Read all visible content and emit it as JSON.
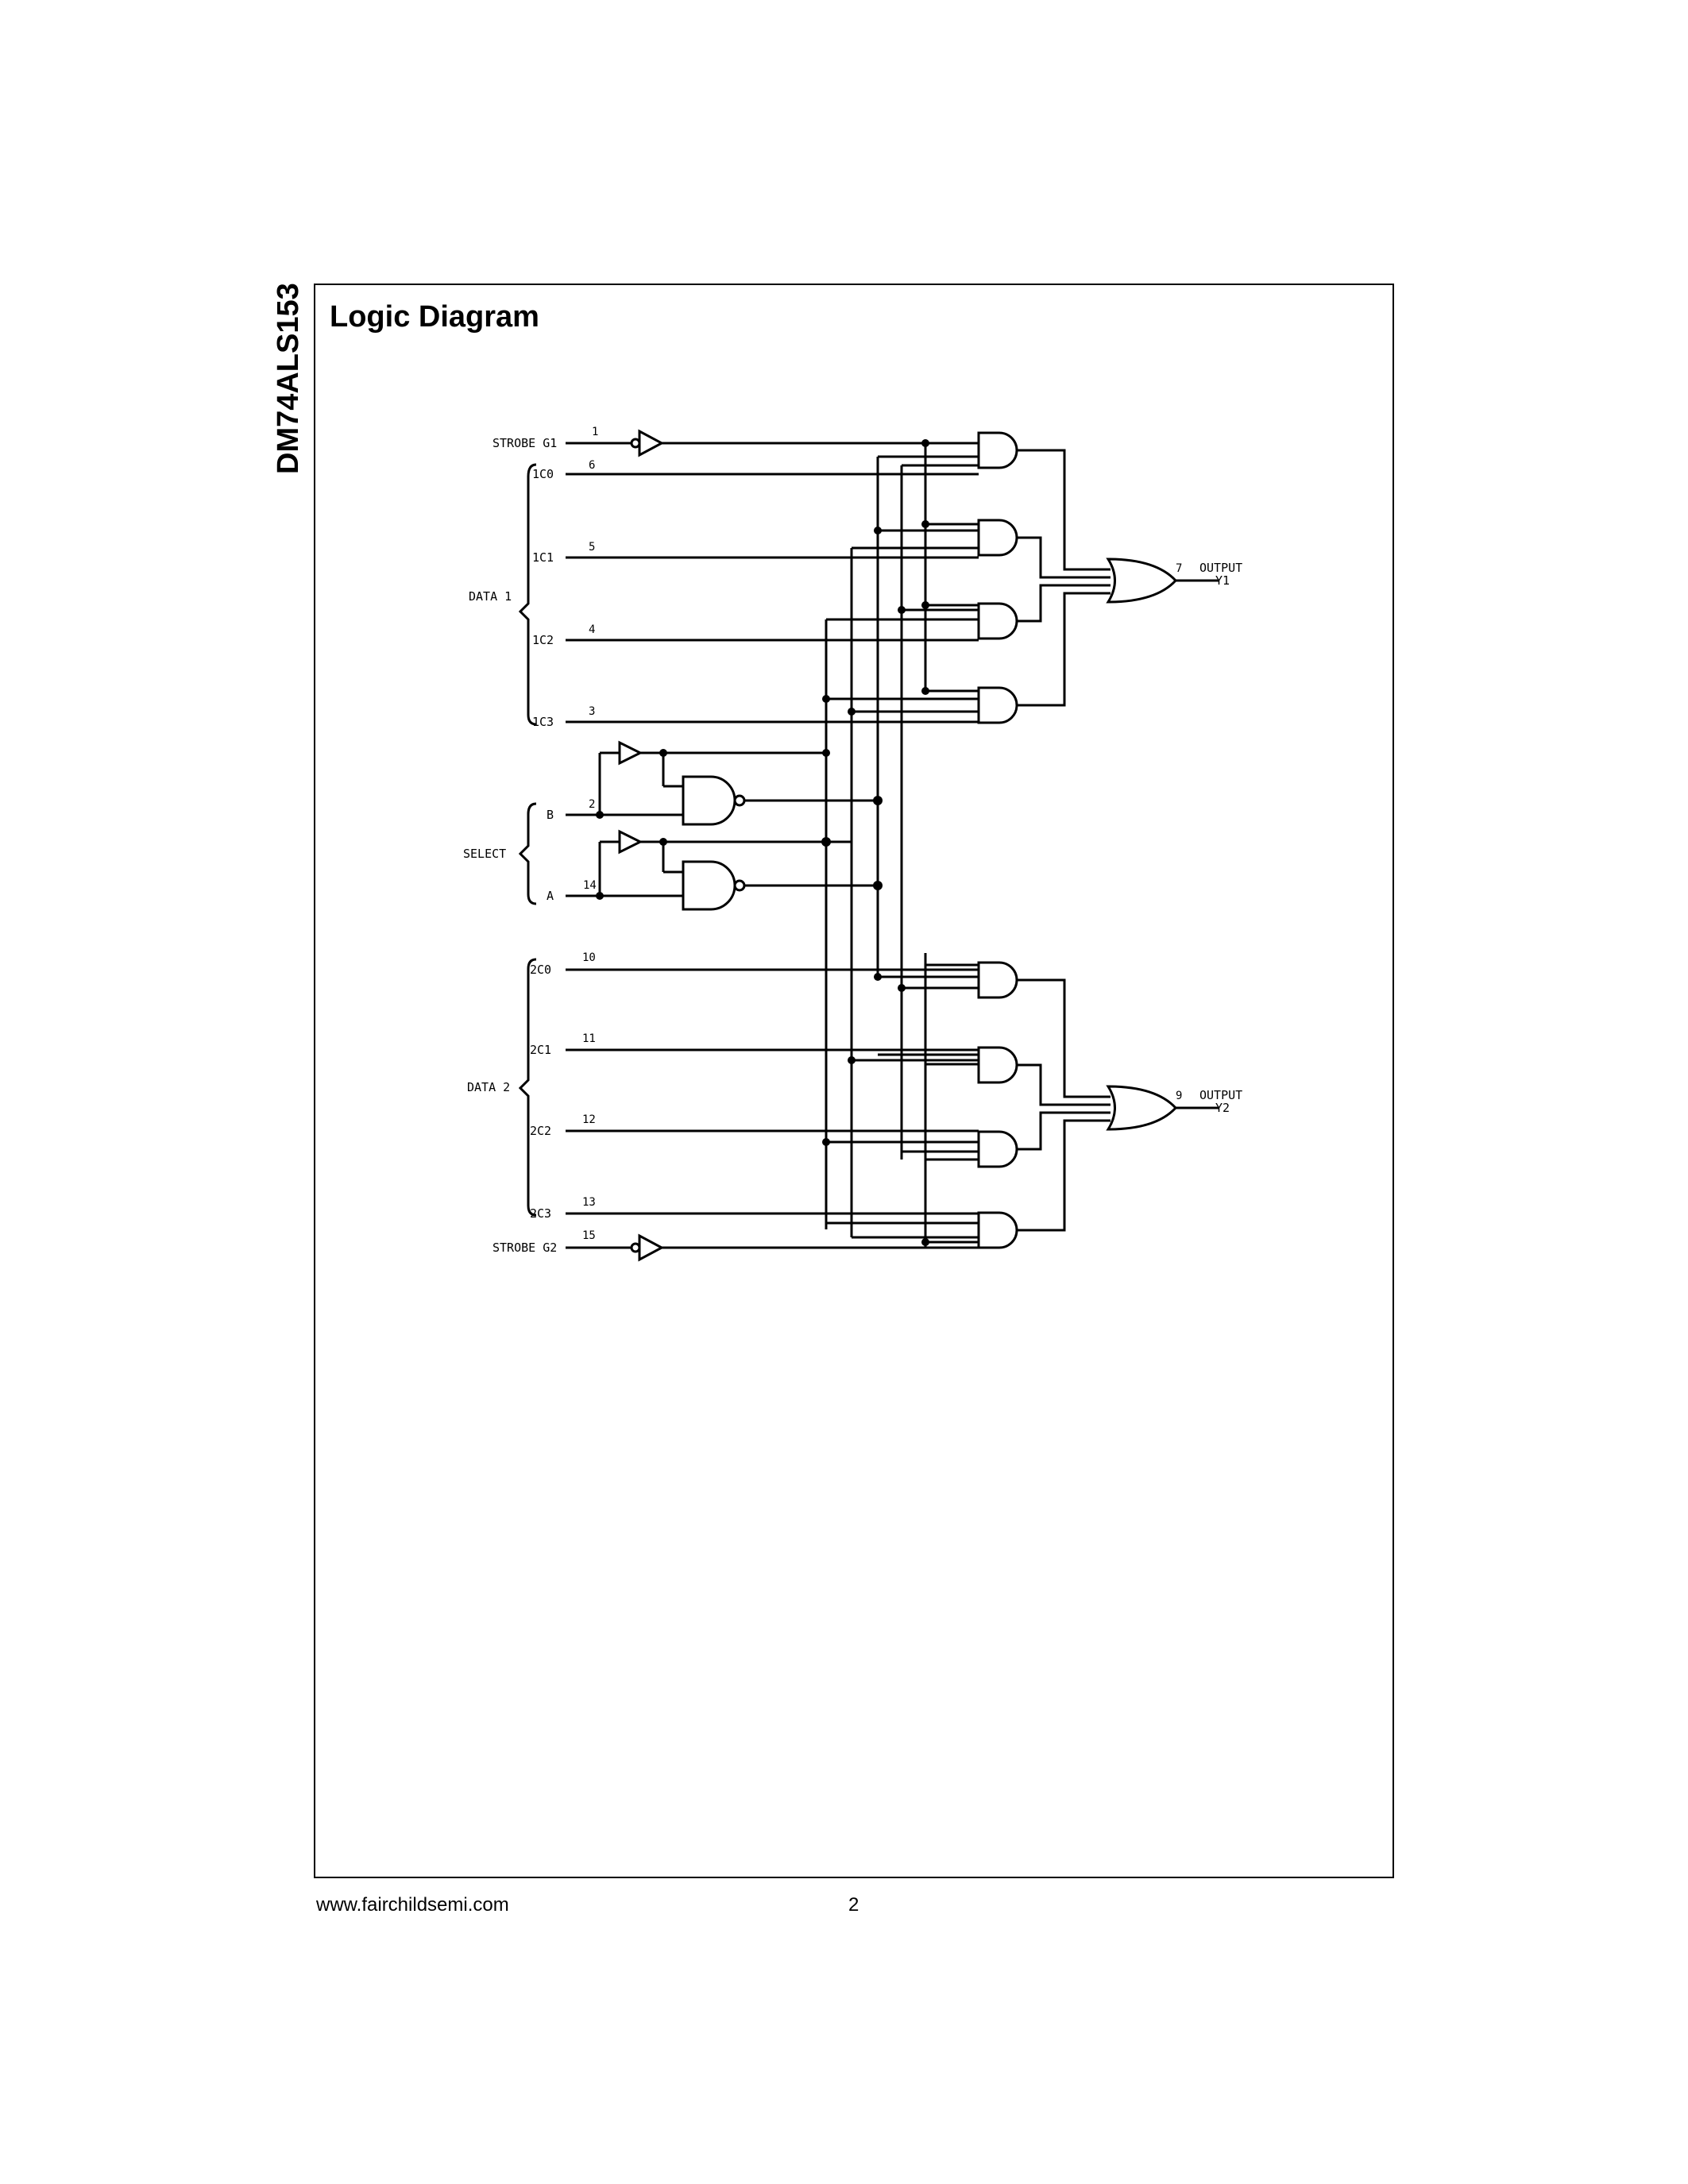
{
  "side_title": "DM74ALS153",
  "heading": "Logic Diagram",
  "footer": {
    "url": "www.fairchildsemi.com",
    "page": "2"
  },
  "diagram": {
    "strobe_g1": "STROBE G1",
    "strobe_g2": "STROBE G2",
    "data1": "DATA 1",
    "data2": "DATA 2",
    "select": "SELECT",
    "inputs": {
      "c10": "1C0",
      "c11": "1C1",
      "c12": "1C2",
      "c13": "1C3",
      "b": "B",
      "a": "A",
      "c20": "2C0",
      "c21": "2C1",
      "c22": "2C2",
      "c23": "2C3"
    },
    "pins": {
      "g1": "1",
      "c10": "6",
      "c11": "5",
      "c12": "4",
      "c13": "3",
      "b": "2",
      "a": "14",
      "c20": "10",
      "c21": "11",
      "c22": "12",
      "c23": "13",
      "g2": "15",
      "y1": "7",
      "y2": "9"
    },
    "output_word": "OUTPUT",
    "y1": "Y1",
    "y2": "Y2"
  }
}
